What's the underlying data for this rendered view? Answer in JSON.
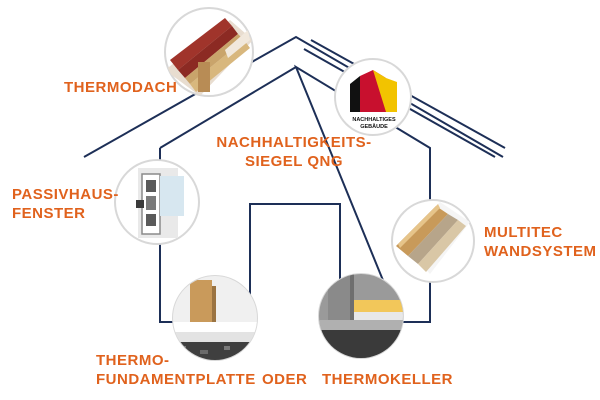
{
  "colors": {
    "label": "#e0621d",
    "outline": "#1d2f57",
    "circle_stroke": "#d8d8d8"
  },
  "labels": {
    "thermodach": "THERMODACH",
    "siegel_line1": "NACHHALTIGKEITS-",
    "siegel_line2": "SIEGEL QNG",
    "passivhaus_line1": "PASSIVHAUS-",
    "passivhaus_line2": "FENSTER",
    "multitec_line1": "MULTITEC",
    "multitec_line2": "WANDSYSTEM",
    "fundament_line1": "THERMO-",
    "fundament_line2": "FUNDAMENTPLATTE",
    "oder": "ODER",
    "thermokeller": "THERMOKELLER"
  },
  "badge": {
    "line1": "NACHHALTIGES",
    "line2": "GEBÄUDE"
  },
  "icons": [
    "roof-cross-section-icon",
    "qng-seal-icon",
    "window-profile-icon",
    "wall-panel-icon",
    "floor-slab-icon",
    "basement-wall-icon"
  ]
}
